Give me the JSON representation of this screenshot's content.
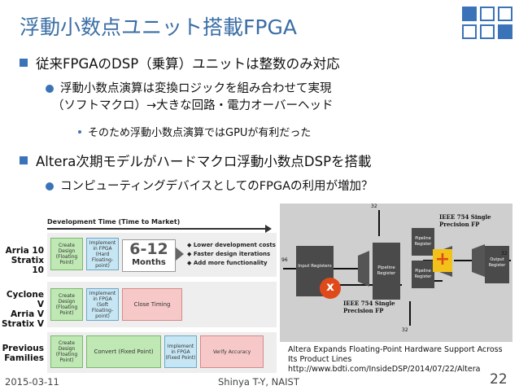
{
  "slide": {
    "title": "浮動小数点ユニット搭載FPGA",
    "bullets": {
      "b1": "従来FPGAのDSP（乗算）ユニットは整数のみ対応",
      "b1_1a": "浮動小数点演算は変換ロジックを組み合わせて実現",
      "b1_1b": "（ソフトマクロ）→大きな回路・電力オーバーヘッド",
      "b1_1_1": "そのため浮動小数点演算ではGPUが有利だった",
      "b2": "Altera次期モデルがハードマクロ浮動小数点DSPを搭載",
      "b2_1": "コンピューティングデバイスとしてのFPGAの利用が増加？"
    },
    "footer": {
      "date": "2015-03-11",
      "author": "Shinya T-Y, NAIST",
      "page": "22"
    }
  },
  "figure_left": {
    "header": "Development Time (Time to Market)",
    "rows": [
      {
        "label": [
          "Arria 10",
          "Stratix 10"
        ],
        "boxes": [
          "Create Design (Floating Point)",
          "Implement in FPGA (Hard Floating-point)"
        ],
        "months": "6-12",
        "months_label": "Months",
        "benefits": [
          "Lower development costs",
          "Faster design iterations",
          "Add more functionality"
        ]
      },
      {
        "label": [
          "Cyclone V",
          "Arria V",
          "Stratix V"
        ],
        "boxes": [
          "Create Design (Floating Point)",
          "Implement in FPGA (Soft Floating-point)",
          "Close Timing"
        ]
      },
      {
        "label": [
          "Previous",
          "Families"
        ],
        "boxes": [
          "Create Design (Floating Point)",
          "Convert (Fixed Point)",
          "Implement in FPGA (Fixed Point)",
          "Verify Accuracy"
        ]
      }
    ]
  },
  "figure_right": {
    "labels": {
      "top_width": "32",
      "input_width": "96",
      "output_width": "32",
      "bottom_width": "32",
      "input_registers": "Input Registers",
      "pipeline_register": "Pipeline Register",
      "pipeline_register_2": "Pipeline Register",
      "pipeline_register_3": "Pipeline Register",
      "output_register": "Output Register",
      "fp_top": "IEEE 754 Single Precision FP",
      "fp_bottom": "IEEE 754 Single Precision FP",
      "mul": "x",
      "add": "+"
    },
    "caption": [
      "Altera Expands Floating-Point Hardware Support Across",
      "Its Product Lines",
      "http://www.bdti.com/InsideDSP/2014/07/22/Altera"
    ],
    "colors": {
      "mul": "#e04a1a",
      "add": "#f2c21b",
      "block": "#4a4a4a"
    }
  }
}
